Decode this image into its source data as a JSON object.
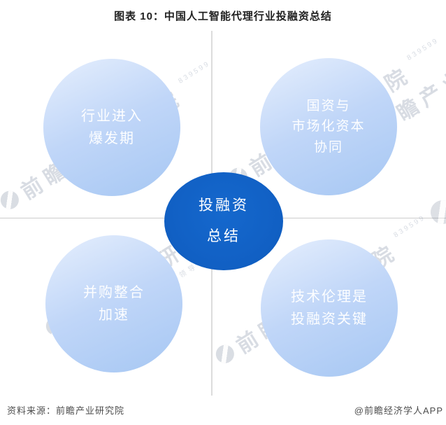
{
  "title": "图表 10：中国人工智能代理行业投融资总结",
  "diagram": {
    "center": {
      "label": "投融资\n总结"
    },
    "nodes": [
      {
        "id": "top-left",
        "label": "行业进入\n爆发期"
      },
      {
        "id": "top-right",
        "label": "国资与\n市场化资本\n协同"
      },
      {
        "id": "bottom-left",
        "label": "并购整合\n加速"
      },
      {
        "id": "bottom-right",
        "label": "技术伦理是\n投融资关键"
      }
    ]
  },
  "watermark": {
    "brand": "前瞻产业研究院",
    "tagline": "中国产业咨询领导者",
    "stock": "839599"
  },
  "footer": {
    "source": "资料来源：前瞻产业研究院",
    "credit": "@前瞻经济学人APP"
  },
  "colors": {
    "center_circle": "#1160C4",
    "node_gradient_start": "#E6EFFD",
    "node_gradient_end": "#A6C7F3",
    "divider_line": "#CCCCCC",
    "node_text": "#FFFFFF",
    "footer_text": "#4D4D4D"
  }
}
